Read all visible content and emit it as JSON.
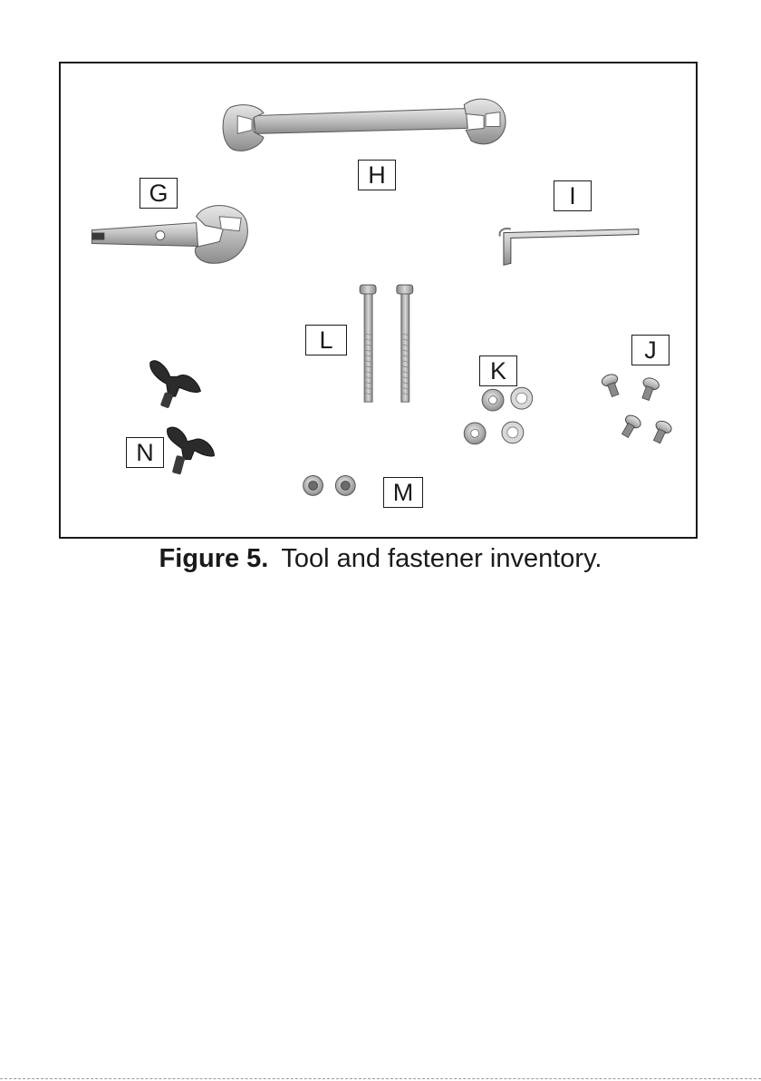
{
  "figure": {
    "labels": {
      "G": "G",
      "H": "H",
      "I": "I",
      "J": "J",
      "K": "K",
      "L": "L",
      "M": "M",
      "N": "N"
    },
    "items": [
      {
        "label": "G",
        "icon": "adapter-wrench-icon"
      },
      {
        "label": "H",
        "icon": "open-end-wrench-icon"
      },
      {
        "label": "I",
        "icon": "hex-key-icon"
      },
      {
        "label": "J",
        "icon": "screw-icon"
      },
      {
        "label": "K",
        "icon": "washer-icon"
      },
      {
        "label": "L",
        "icon": "long-bolt-icon"
      },
      {
        "label": "M",
        "icon": "nut-icon"
      },
      {
        "label": "N",
        "icon": "wing-nut-icon"
      }
    ]
  },
  "caption": {
    "number": "Figure 5.",
    "text": "Tool and fastener inventory."
  },
  "colors": {
    "border": "#1a1a1a",
    "metal_light": "#cfcfcf",
    "metal_dark": "#6f6f6f",
    "black_part": "#2b2b2b"
  }
}
